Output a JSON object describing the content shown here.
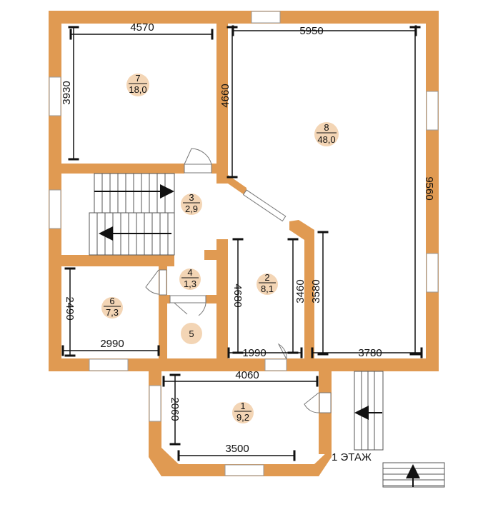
{
  "floor_label": "1 ЭТАЖ",
  "colors": {
    "wall": "#E09A52",
    "room_badge": "#F3D5B5",
    "line": "#111111",
    "window": "#ffffff"
  },
  "rooms": [
    {
      "number": "1",
      "area": "9,2"
    },
    {
      "number": "2",
      "area": "8,1"
    },
    {
      "number": "3",
      "area": "2,9"
    },
    {
      "number": "4",
      "area": "1,3"
    },
    {
      "number": "5",
      "area": ""
    },
    {
      "number": "6",
      "area": "7,3"
    },
    {
      "number": "7",
      "area": "18,0"
    },
    {
      "number": "8",
      "area": "48,0"
    }
  ],
  "dimensions": {
    "room7_width": "4570",
    "room7_height": "3930",
    "room8_width": "5950",
    "room8_height_left": "4660",
    "room8_height_right": "9560",
    "room8_inner_height": "3580",
    "room8_bottom_width": "3780",
    "room2_left_height": "4680",
    "room2_right_height": "3460",
    "room2_width": "1990",
    "room6_height": "2490",
    "room6_width": "2990",
    "room1_width_top": "4060",
    "room1_height": "2060",
    "room1_width_bottom": "3500"
  }
}
